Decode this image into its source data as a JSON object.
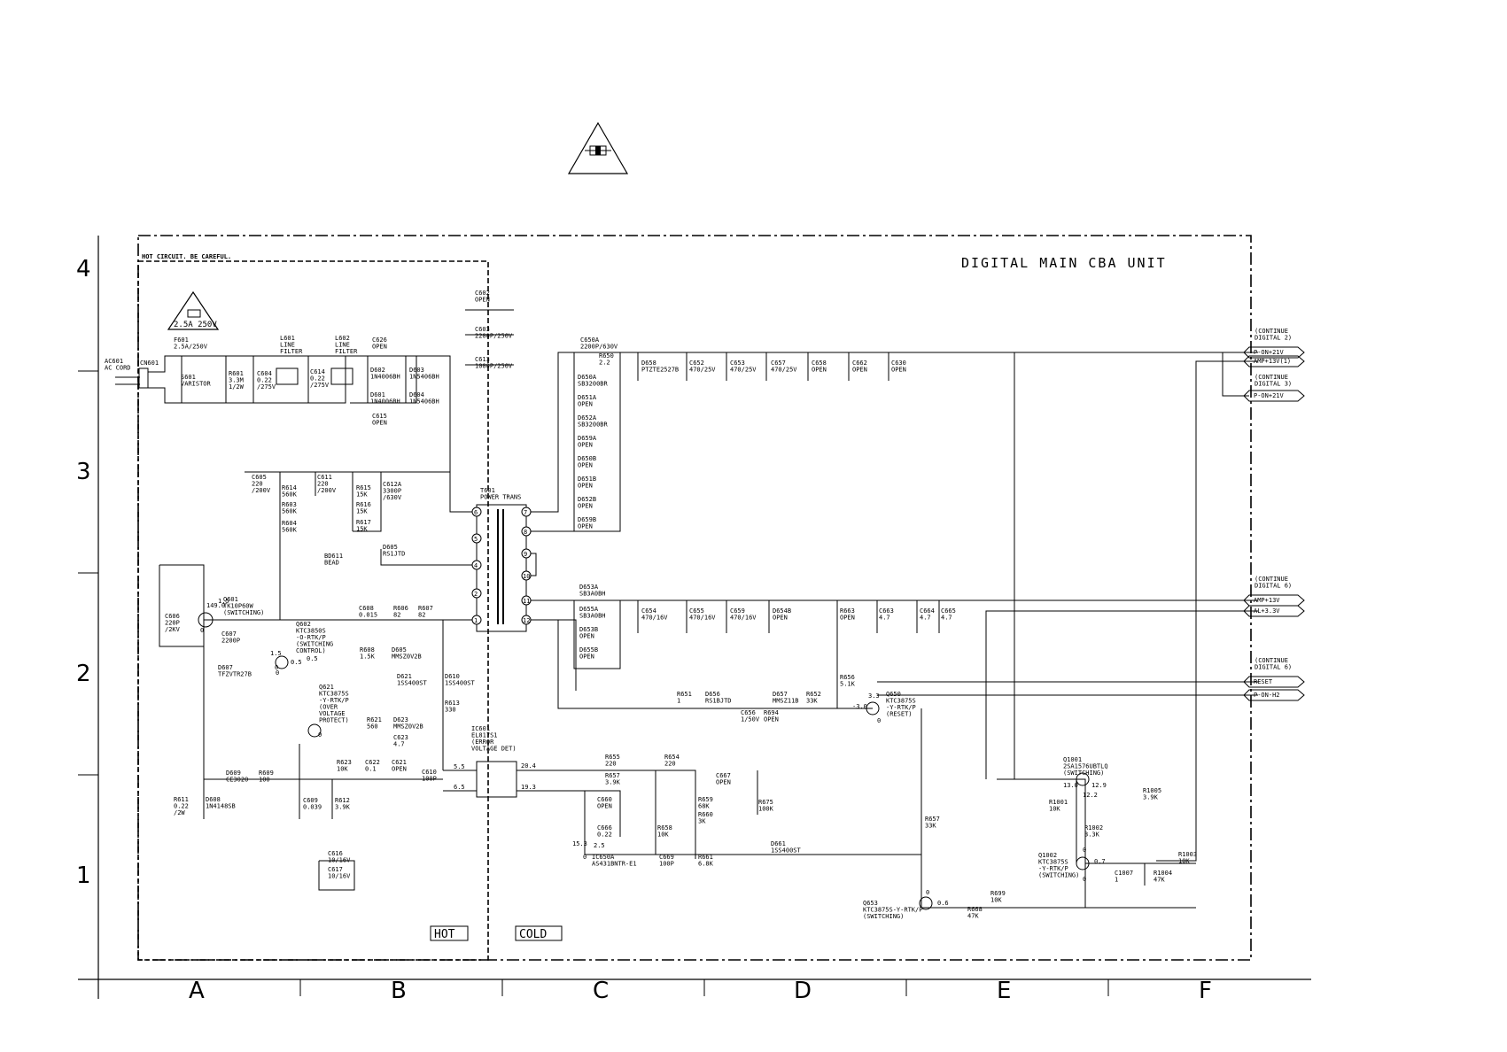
{
  "diagram": {
    "title": "DIGITAL MAIN CBA UNIT",
    "hot_warning": "HOT CIRCUIT. BE CAREFUL.",
    "hot_label": "HOT",
    "cold_label": "COLD",
    "fuse_rating": "2.5A 250V",
    "row_labels": [
      "4",
      "3",
      "2",
      "1"
    ],
    "col_labels": [
      "A",
      "B",
      "C",
      "D",
      "E",
      "F"
    ]
  },
  "components": [
    {
      "id": "AC601",
      "text": "AC601\nAC CORD"
    },
    {
      "id": "CN601",
      "text": "CN601"
    },
    {
      "id": "F601",
      "text": "F601\n2.5A/250V"
    },
    {
      "id": "S601",
      "text": "S601\nVARISTOR"
    },
    {
      "id": "R601",
      "text": "R601\n3.3M\n1/2W"
    },
    {
      "id": "C604",
      "text": "C604\n0.22\n/275V"
    },
    {
      "id": "L601",
      "text": "L601\nLINE\nFILTER"
    },
    {
      "id": "C614",
      "text": "C614\n0.22\n/275V"
    },
    {
      "id": "L602",
      "text": "L602\nLINE\nFILTER"
    },
    {
      "id": "C626",
      "text": "C626\nOPEN"
    },
    {
      "id": "D602",
      "text": "D602\n1N4006BH"
    },
    {
      "id": "D601",
      "text": "D601\n1N4006BH"
    },
    {
      "id": "D603",
      "text": "D603\n1N5406BH"
    },
    {
      "id": "D604",
      "text": "D604\n1N5406BH"
    },
    {
      "id": "C615",
      "text": "C615\nOPEN"
    },
    {
      "id": "C602",
      "text": "C602\nOPEN"
    },
    {
      "id": "C603",
      "text": "C603\n2200P/250V"
    },
    {
      "id": "C613",
      "text": "C613\n1000P/250V"
    },
    {
      "id": "C605",
      "text": "C605\n220\n/200V"
    },
    {
      "id": "R614",
      "text": "R614\n560K"
    },
    {
      "id": "R603",
      "text": "R603\n560K"
    },
    {
      "id": "R604",
      "text": "R604\n560K"
    },
    {
      "id": "C611",
      "text": "C611\n220\n/200V"
    },
    {
      "id": "R615",
      "text": "R615\n15K"
    },
    {
      "id": "R616",
      "text": "R616\n15K"
    },
    {
      "id": "R617",
      "text": "R617\n15K"
    },
    {
      "id": "C612A",
      "text": "C612A\n3300P\n/630V"
    },
    {
      "id": "D605",
      "text": "D605\nRS1JTD"
    },
    {
      "id": "BD611",
      "text": "BD611\nBEAD"
    },
    {
      "id": "T601",
      "text": "T601\nPOWER TRANS"
    },
    {
      "id": "Q601",
      "text": "Q601\nTK10P60W\n(SWITCHING)"
    },
    {
      "id": "C606",
      "text": "C606\n220P\n/2KV"
    },
    {
      "id": "C607",
      "text": "C607\n2200P"
    },
    {
      "id": "D607",
      "text": "D607\nTFZVTR27B"
    },
    {
      "id": "C608",
      "text": "C608\n0.015"
    },
    {
      "id": "R606",
      "text": "R606\n82"
    },
    {
      "id": "R607",
      "text": "R607\n82"
    },
    {
      "id": "Q602",
      "text": "Q602\nKTC3850S\n-O-RTK/P\n(SWITCHING\nCONTROL)"
    },
    {
      "id": "R608",
      "text": "R608\n1.5K"
    },
    {
      "id": "D605Z",
      "text": "D605\nMMSZ0V2B"
    },
    {
      "id": "D610",
      "text": "D610\n1SS400ST"
    },
    {
      "id": "R613",
      "text": "R613\n330"
    },
    {
      "id": "Q621",
      "text": "Q621\nKTC3875S\n-Y-RTK/P\n(OVER\nVOLTAGE\nPROTECT)"
    },
    {
      "id": "D621",
      "text": "D621\n1SS400ST"
    },
    {
      "id": "R621",
      "text": "R621\n560"
    },
    {
      "id": "D623",
      "text": "D623\nMMSZ0V2B"
    },
    {
      "id": "C623",
      "text": "C623\n4.7"
    },
    {
      "id": "IC601",
      "text": "IC601\nEL817S1\n(ERROR\nVOLTAGE DET)"
    },
    {
      "id": "R623",
      "text": "R623\n10K"
    },
    {
      "id": "C622",
      "text": "C622\n0.1"
    },
    {
      "id": "C621",
      "text": "C621\nOPEN"
    },
    {
      "id": "C610",
      "text": "C610\n100P"
    },
    {
      "id": "D609",
      "text": "D609\nCE3020"
    },
    {
      "id": "R609",
      "text": "R609\n100"
    },
    {
      "id": "R611",
      "text": "R611\n0.22\n/2W"
    },
    {
      "id": "D608",
      "text": "D608\n1N4148SB"
    },
    {
      "id": "C609",
      "text": "C609\n0.039"
    },
    {
      "id": "R612",
      "text": "R612\n3.9K"
    },
    {
      "id": "C616",
      "text": "C616\n10/16V"
    },
    {
      "id": "C617",
      "text": "C617\n10/16V"
    },
    {
      "id": "C650A",
      "text": "C650A\n2200P/630V"
    },
    {
      "id": "R650",
      "text": "R650\n2.2"
    },
    {
      "id": "D650A",
      "text": "D650A\nSB3200BR"
    },
    {
      "id": "D651A",
      "text": "D651A\nOPEN"
    },
    {
      "id": "D652A",
      "text": "D652A\nSB3200BR"
    },
    {
      "id": "D659A",
      "text": "D659A\nOPEN"
    },
    {
      "id": "D650B",
      "text": "D650B\nOPEN"
    },
    {
      "id": "D651B",
      "text": "D651B\nOPEN"
    },
    {
      "id": "D652B",
      "text": "D652B\nOPEN"
    },
    {
      "id": "D659B",
      "text": "D659B\nOPEN"
    },
    {
      "id": "D658",
      "text": "D658\nPTZTE2527B"
    },
    {
      "id": "C652",
      "text": "C652\n470/25V"
    },
    {
      "id": "C653",
      "text": "C653\n470/25V"
    },
    {
      "id": "C657",
      "text": "C657\n470/25V"
    },
    {
      "id": "C658",
      "text": "C658\nOPEN"
    },
    {
      "id": "C662",
      "text": "C662\nOPEN"
    },
    {
      "id": "C630",
      "text": "C630\nOPEN"
    },
    {
      "id": "D653A",
      "text": "D653A\nSB3A0BH"
    },
    {
      "id": "D655A",
      "text": "D655A\nSB3A0BH"
    },
    {
      "id": "D653B",
      "text": "D653B\nOPEN"
    },
    {
      "id": "D655B",
      "text": "D655B\nOPEN"
    },
    {
      "id": "C654",
      "text": "C654\n470/16V"
    },
    {
      "id": "C655",
      "text": "C655\n470/16V"
    },
    {
      "id": "C659",
      "text": "C659\n470/16V"
    },
    {
      "id": "D654B",
      "text": "D654B\nOPEN"
    },
    {
      "id": "R663",
      "text": "R663\nOPEN"
    },
    {
      "id": "C663",
      "text": "C663\n4.7"
    },
    {
      "id": "C664",
      "text": "C664\n4.7"
    },
    {
      "id": "C665",
      "text": "C665\n4.7"
    },
    {
      "id": "R656",
      "text": "R656\n5.1K"
    },
    {
      "id": "R651",
      "text": "R651\n1"
    },
    {
      "id": "D656",
      "text": "D656\nRS1BJTD"
    },
    {
      "id": "C656",
      "text": "C656\n1/50V"
    },
    {
      "id": "R694",
      "text": "R694\nOPEN"
    },
    {
      "id": "D657",
      "text": "D657\nMMSZ11B"
    },
    {
      "id": "R652",
      "text": "R652\n33K"
    },
    {
      "id": "Q650",
      "text": "Q650\nKTC3875S\n-Y-RTK/P\n(RESET)"
    },
    {
      "id": "R655",
      "text": "R655\n220"
    },
    {
      "id": "R654",
      "text": "R654\n220"
    },
    {
      "id": "R657",
      "text": "R657\n3.9K"
    },
    {
      "id": "C667",
      "text": "C667\nOPEN"
    },
    {
      "id": "C660",
      "text": "C660\nOPEN"
    },
    {
      "id": "R659",
      "text": "R659\n68K"
    },
    {
      "id": "R660",
      "text": "R660\n3K"
    },
    {
      "id": "R675",
      "text": "R675\n100K"
    },
    {
      "id": "C666",
      "text": "C666\n0.22"
    },
    {
      "id": "R658",
      "text": "R658\n10K"
    },
    {
      "id": "D661",
      "text": "D661\n1SS400ST"
    },
    {
      "id": "IC650A",
      "text": "IC650A\nAS431BNTR-E1"
    },
    {
      "id": "C669",
      "text": "C669\n100P"
    },
    {
      "id": "R661",
      "text": "R661\n6.8K"
    },
    {
      "id": "R657B",
      "text": "R657\n33K"
    },
    {
      "id": "Q653",
      "text": "Q653\nKTC3875S-Y-RTK/P\n(SWITCHING)"
    },
    {
      "id": "R699",
      "text": "R699\n10K"
    },
    {
      "id": "R668",
      "text": "R668\n47K"
    },
    {
      "id": "Q1001",
      "text": "Q1001\n2SA1576UBTLQ\n(SWITCHING)"
    },
    {
      "id": "R1001",
      "text": "R1001\n10K"
    },
    {
      "id": "R1005",
      "text": "R1005\n3.9K"
    },
    {
      "id": "R1002",
      "text": "R1002\n3.3K"
    },
    {
      "id": "Q1002",
      "text": "Q1002\nKTC3875S\n-Y-RTK/P\n(SWITCHING)"
    },
    {
      "id": "C1007",
      "text": "C1007\n1"
    },
    {
      "id": "R1004",
      "text": "R1004\n47K"
    },
    {
      "id": "R1003",
      "text": "R1003\n10K"
    }
  ],
  "voltages": [
    "149.0",
    "1.5",
    "0",
    "0",
    "1.5",
    "0.5",
    "0",
    "0.5",
    "0",
    "5.5",
    "6.5",
    "20.4",
    "19.3",
    "3.3",
    "-3.0",
    "0",
    "13.0",
    "12.9",
    "12.2",
    "0",
    "0.7",
    "0",
    "15.3",
    "2.5",
    "0",
    "0",
    "0.6"
  ],
  "connectors": [
    {
      "id": "c1",
      "note": "(CONTINUE\nDIGITAL 2)",
      "pins": [
        "P-ON+21V",
        "AMP+13V(1)"
      ]
    },
    {
      "id": "c2",
      "note": "(CONTINUE\nDIGITAL 3)",
      "pins": [
        "P-ON+21V"
      ]
    },
    {
      "id": "c3",
      "note": "(CONTINUE\nDIGITAL 6)",
      "pins": [
        "AMP+13V",
        "AL+3.3V"
      ]
    },
    {
      "id": "c4",
      "note": "(CONTINUE\nDIGITAL 6)",
      "pins": [
        "RESET",
        "P-ON-H2"
      ]
    }
  ],
  "transformer_pins": [
    "6",
    "5",
    "4",
    "2",
    "1",
    "7",
    "8",
    "9",
    "10",
    "11",
    "12"
  ]
}
